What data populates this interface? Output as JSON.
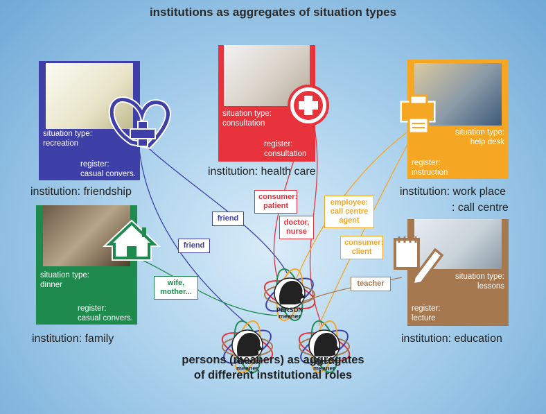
{
  "title": "institutions as aggregates of situation types",
  "footer": {
    "line1": "persons (meaners) as aggregates",
    "line2": "of different institutional roles"
  },
  "colors": {
    "friendship": "#3f3fa8",
    "health": "#e8323c",
    "work": "#f5a623",
    "family": "#1e8a4e",
    "education": "#a5784f"
  },
  "institutions": {
    "friendship": {
      "situation": "situation type:\nrecreation",
      "register": "register:\ncasual convers.",
      "label": "institution: friendship"
    },
    "health": {
      "situation": "situation type:\nconsultation",
      "register": "register:\nconsultation",
      "label": "institution: health care"
    },
    "work": {
      "situation": "situation type:\nhelp desk",
      "register": "register:\ninstruction",
      "label1": "institution: work place",
      "label2": ": call centre"
    },
    "family": {
      "situation": "situation type:\ndinner",
      "register": "register:\ncasual convers.",
      "label": "institution: family"
    },
    "education": {
      "situation": "situation type:\nlessons",
      "register": "register:\nlecture",
      "label": "institution: education"
    }
  },
  "roles": {
    "friend1": "friend",
    "friend2": "friend",
    "patient": "consumer:\npatient",
    "doctor": "doctor,\nnurse",
    "agent": "employee:\ncall centre\nagent",
    "client": "consumer:\nclient",
    "teacher": "teacher",
    "wife": "wife,\nmother..."
  },
  "person": {
    "word1": "PERSON",
    "word2": "meaner"
  }
}
